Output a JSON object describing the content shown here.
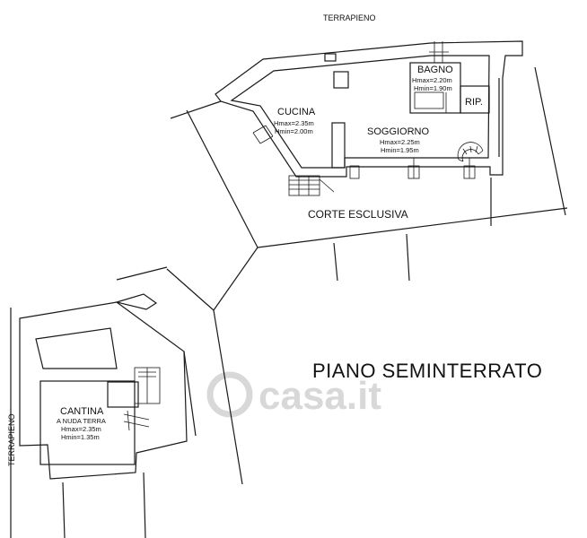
{
  "watermark": "casa.it",
  "floor_title": "PIANO SEMINTERRATO",
  "labels": {
    "terrapieno_top": "TERRAPIENO",
    "terrapieno_left": "TERRAPIENO",
    "corte": "CORTE ESCLUSIVA"
  },
  "rooms": {
    "bagno": {
      "name": "BAGNO",
      "hmax": "Hmax=2.20m",
      "hmin": "Hmin=1.90m"
    },
    "rip": {
      "name": "RIP."
    },
    "cucina": {
      "name": "CUCINA",
      "hmax": "Hmax=2.35m",
      "hmin": "Hmin=2.00m"
    },
    "soggiorno": {
      "name": "SOGGIORNO",
      "hmax": "Hmax=2.25m",
      "hmin": "Hmin=1.95m"
    },
    "cantina": {
      "name": "CANTINA",
      "note": "A NUDA TERRA",
      "hmax": "Hmax=2.35m",
      "hmin": "Hmin=1.35m"
    }
  }
}
